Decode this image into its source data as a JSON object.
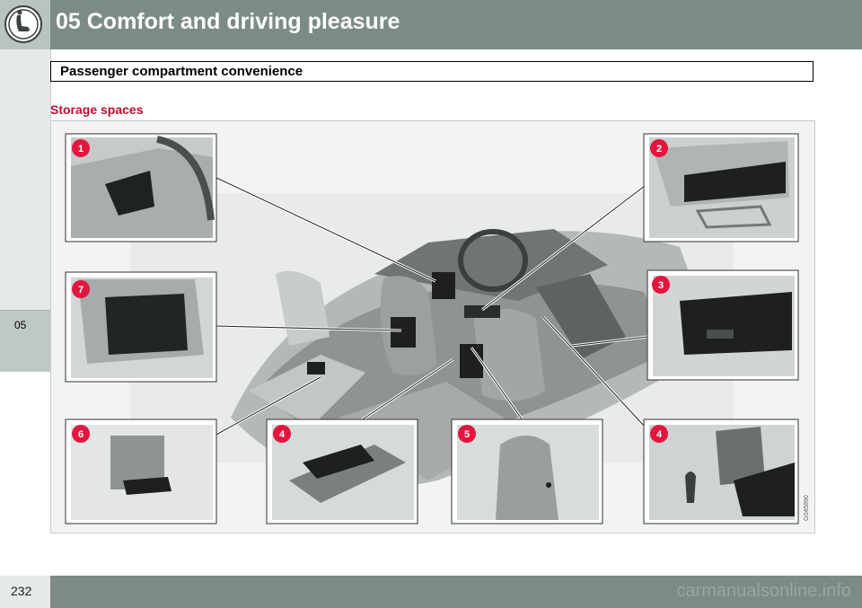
{
  "header": {
    "chapter_title": "05 Comfort and driving pleasure",
    "icon": "seat-icon"
  },
  "sidebar": {
    "chapter_tab": "05"
  },
  "section": {
    "title": "Passenger compartment convenience"
  },
  "subheading": "Storage spaces",
  "figure": {
    "callouts": [
      "1",
      "2",
      "7",
      "3",
      "6",
      "4",
      "5",
      "4"
    ],
    "image_code": "G045890"
  },
  "footer": {
    "page_number": "232",
    "watermark": "carmanualsonline.info"
  },
  "colors": {
    "header_bg": "#7c8b88",
    "accent_red": "#c00d2e",
    "callout_red": "#e2163e"
  }
}
